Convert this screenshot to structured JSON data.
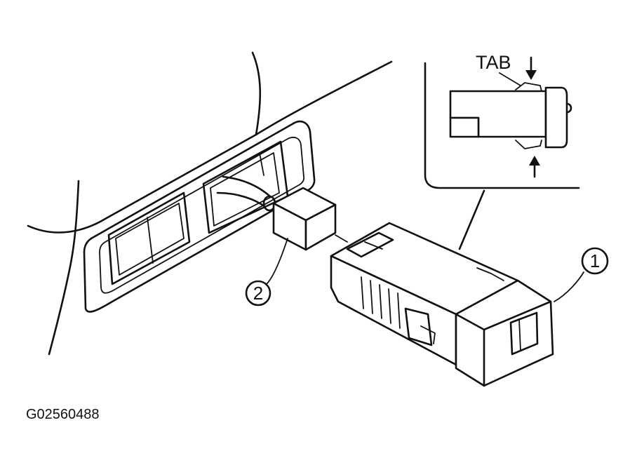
{
  "labels": {
    "tab": "TAB",
    "callout_1": "1",
    "callout_2": "2",
    "figure_id": "G02560488"
  },
  "colors": {
    "ink": "#111111",
    "paper": "#ffffff"
  }
}
